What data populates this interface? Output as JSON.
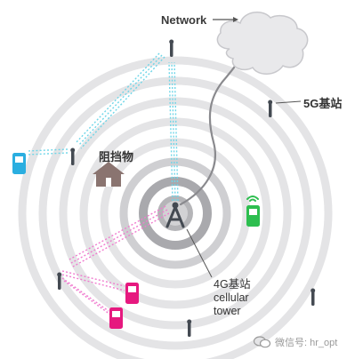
{
  "labels": {
    "network": "Network",
    "tower_5g": "5G基站",
    "obstacle": "阻挡物",
    "tower_4g_line1": "4G基站",
    "tower_4g_line2": "cellular",
    "tower_4g_line3": "tower",
    "watermark": "微信号: hr_opt"
  },
  "colors": {
    "rings": "#e4e4e6",
    "center": "#9e9ea2",
    "cloud": "#e9e9eb",
    "cloud_outline": "#c8c8cc",
    "cable": "#8a8a8e",
    "phone_blue": "#2aaee0",
    "phone_green": "#2dbe4f",
    "phone_pink": "#e6197f",
    "signal_blue": "#6fd6e8",
    "signal_pink": "#f07ccf",
    "house": "#8a7470",
    "tower_dark": "#444a52"
  },
  "icons": {
    "cloud": "cloud-icon",
    "tower": "cellular-tower-icon",
    "antenna": "small-cell-antenna-icon",
    "phone": "mobile-phone-icon",
    "house": "house-icon",
    "wechat": "wechat-icon"
  }
}
